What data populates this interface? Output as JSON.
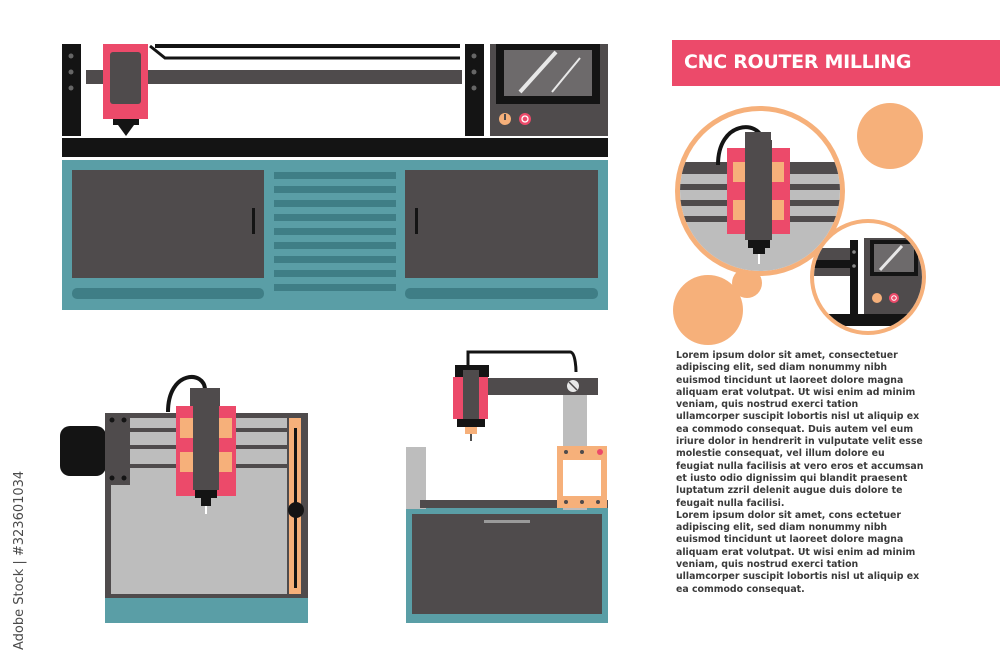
{
  "title": "CNC ROUTER MILLING",
  "stock_id": "Adobe Stock | #323601034",
  "paragraphs": [
    "Lorem ipsum dolor sit amet, consectetuer adipiscing elit, sed diam nonummy nibh euismod tincidunt ut laoreet dolore magna aliquam erat volutpat. Ut wisi enim ad minim veniam, quis nostrud exerci tation ullamcorper suscipit lobortis nisl ut aliquip ex ea commodo consequat. Duis autem vel eum iriure dolor in hendrerit in vulputate velit esse molestie consequat, vel illum dolore eu feugiat nulla facilisis at vero eros et accumsan et iusto odio dignissim qui blandit praesent luptatum zzril delenit augue duis dolore te feugait nulla facilisi.",
    "Lorem ipsum dolor sit amet, cons ectetuer adipiscing elit, sed diam nonummy nibh euismod tincidunt ut laoreet dolore magna aliquam erat volutpat. Ut wisi enim ad minim veniam, quis nostrud exerci tation ullamcorper suscipit lobortis nisl ut aliquip ex ea commodo consequat."
  ],
  "colors": {
    "pink": "#ec4a6a",
    "dark_gray": "#4f4b4c",
    "teal": "#5a9ea6",
    "light_gray": "#bdbdbd",
    "orange": "#f6b07a",
    "black": "#141414"
  },
  "icons": [
    "warning-icon",
    "power-icon"
  ]
}
